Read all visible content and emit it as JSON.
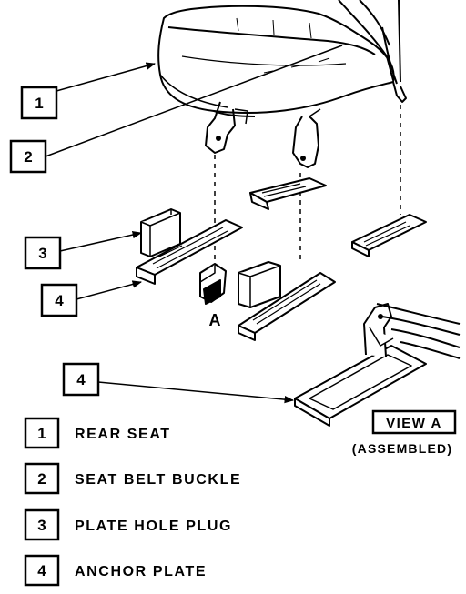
{
  "callouts": [
    {
      "num": "1"
    },
    {
      "num": "2"
    },
    {
      "num": "3"
    },
    {
      "num": "4"
    },
    {
      "num": "4"
    }
  ],
  "view_label": "VIEW A",
  "view_sublabel": "(ASSEMBLED)",
  "detail_letter": "A",
  "legend": [
    {
      "num": "1",
      "label": "REAR SEAT"
    },
    {
      "num": "2",
      "label": "SEAT BELT BUCKLE"
    },
    {
      "num": "3",
      "label": "PLATE HOLE PLUG"
    },
    {
      "num": "4",
      "label": "ANCHOR PLATE"
    }
  ]
}
